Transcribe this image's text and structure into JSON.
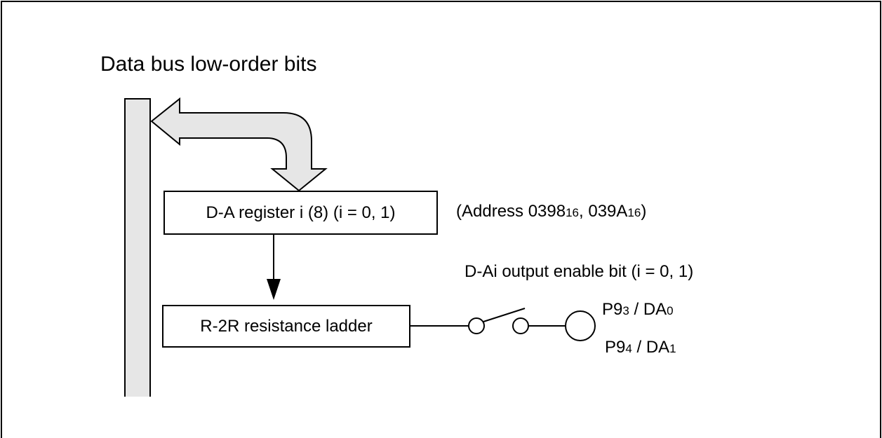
{
  "diagram": {
    "title": "Data bus low-order bits",
    "register_box": "D-A register i (8) (i = 0, 1)",
    "address": {
      "prefix": "(Address 0398",
      "sub1": "16",
      "mid": ", 039A",
      "sub2": "16",
      "suffix": ")"
    },
    "enable_bit_label": "D-Ai output enable bit (i = 0, 1)",
    "ladder_box": "R-2R resistance ladder",
    "pin0": {
      "main": "P9",
      "sub1": "3",
      "mid": " / DA",
      "sub2": "0"
    },
    "pin1": {
      "main": "P9",
      "sub1": "4",
      "mid": " / DA",
      "sub2": "1"
    }
  },
  "colors": {
    "line": "#000000",
    "bus_fill": "#e6e6e6",
    "background": "#ffffff"
  }
}
